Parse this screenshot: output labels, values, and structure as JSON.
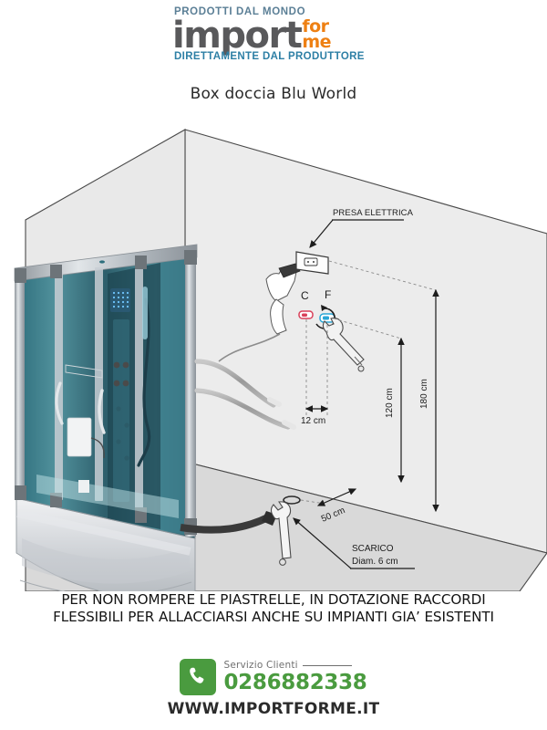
{
  "header": {
    "logo": {
      "tagline_top": "PRODOTTI DAL MONDO",
      "wordmark": "import",
      "wordmark_suffix_1": "for",
      "wordmark_suffix_2": "me",
      "tagline_bottom": "DIRETTAMENTE DAL PRODUTTORE",
      "color_tagline_top": "#5b7f96",
      "color_wordmark": "#59595b",
      "color_suffix": "#ee8013",
      "color_tagline_bottom": "#2d7fa5"
    },
    "document_title": "Box doccia Blu World"
  },
  "diagram": {
    "annotations": {
      "socket_label": "PRESA ELETTRICA",
      "hot_valve_label": "C",
      "cold_valve_label": "F",
      "drain_label_line1": "SCARICO",
      "drain_label_line2": "Diam. 6 cm"
    },
    "dimensions": {
      "valve_spacing": "12 cm",
      "valve_height": "120 cm",
      "socket_height": "180 cm",
      "drain_distance": "50 cm"
    },
    "colors": {
      "wall_back": "#ececec",
      "wall_side": "#e6e6e6",
      "floor": "#d9d9d9",
      "outline": "#4a4a4a",
      "hose": "#a8a8a8",
      "drain_hose": "#3a3a3a",
      "hot_valve": "#d9415a",
      "cold_valve": "#2aa6d6",
      "cabin_glass": "#3f7f8c",
      "cabin_frame": "#b9bfc4",
      "cabin_tub": "#d3d6d9"
    }
  },
  "claim": {
    "line1": "PER NON ROMPERE LE PIASTRELLE, IN DOTAZIONE RACCORDI",
    "line2": "FLESSIBILI PER ALLACCIARSI ANCHE SU IMPIANTI GIA’ ESISTENTI"
  },
  "contact": {
    "service_label": "Servizio Clienti",
    "phone": "0286882338",
    "website": "WWW.IMPORTFORME.IT",
    "phone_icon": "phone-handset-icon",
    "accent_color": "#4a9b3f"
  }
}
